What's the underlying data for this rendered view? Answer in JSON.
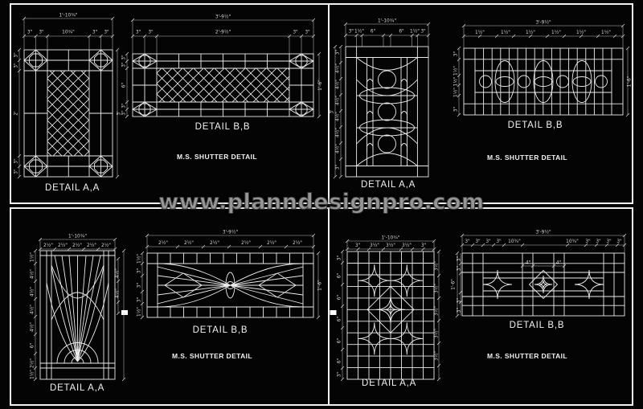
{
  "watermark": "www.planndesignpro.com",
  "labels": {
    "detail_a": "DETAIL A,A",
    "detail_b": "DETAIL B,B",
    "shutter": "M.S. SHUTTER DETAIL"
  },
  "dim_values": {
    "in_1h": "1½\"",
    "in_2h": "2½\"",
    "in_3": "3\"",
    "in_3h": "3½\"",
    "in_4": "4\"",
    "in_4h": "4½\"",
    "in_6": "6\"",
    "in_10q": "10¾\"",
    "ft_2": "2'",
    "ft_3": "3'",
    "ft_1_6": "1'-6\"",
    "ft_1_10q": "1'-10¾\"",
    "ft_2_9h": "2'-9½\"",
    "ft_3_9h": "3'-9½\""
  }
}
